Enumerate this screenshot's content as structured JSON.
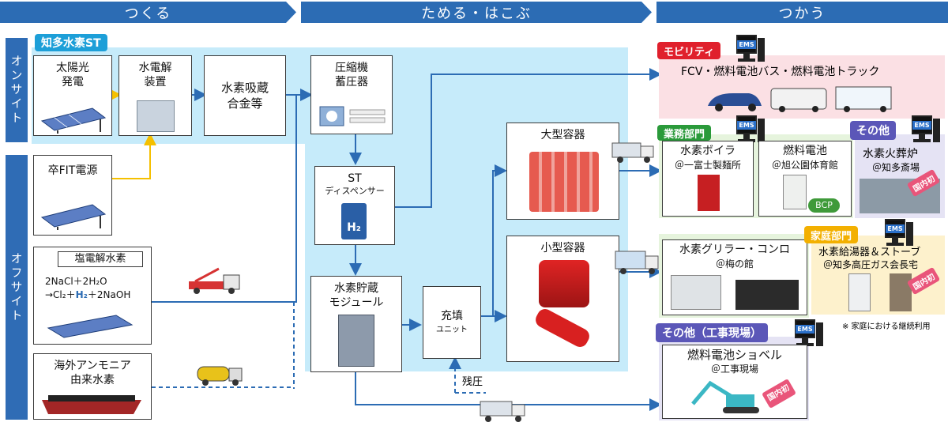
{
  "phases": [
    "つくる",
    "ためる・はこぶ",
    "つかう"
  ],
  "side_tabs": {
    "onsite": "オンサイト",
    "offsite": "オフサイト"
  },
  "st_label": "知多水素ST",
  "produce": {
    "solar": "太陽光\n発電",
    "electrolysis": "水電解\n装置",
    "alloy": "水素吸蔵\n合金等",
    "fit": "卒FIT電源",
    "chlor": "塩電解水素",
    "chlor_eq1": "2NaCl＋2H₂O",
    "chlor_eq2_pre": "→Cl₂＋",
    "chlor_eq2_h2": "H₂",
    "chlor_eq2_post": "＋2NaOH",
    "ammonia": "海外アンモニア\n由来水素"
  },
  "store": {
    "compressor": "圧縮機\n蓄圧器",
    "st": "ST",
    "dispenser": "ディスペンサー",
    "h2": "H₂",
    "module": "水素貯蔵\nモジュール",
    "fill": "充填",
    "fill_sub": "ユニット",
    "large": "大型容器",
    "small": "小型容器",
    "residual": "残圧"
  },
  "use": {
    "mobility_tag": "モビリティ",
    "mobility_text": "FCV・燃料電池バス・燃料電池トラック",
    "business_tag": "業務部門",
    "boiler": "水素ボイラ",
    "boiler_at": "＠一富士製麺所",
    "fuelcell": "燃料電池",
    "fuelcell_at": "＠旭公園体育館",
    "bcp": "BCP",
    "other_tag": "その他",
    "crematory": "水素火葬炉",
    "crematory_at": "＠知多斎場",
    "home_tag": "家庭部門",
    "grill": "水素グリラー・コンロ",
    "grill_at": "＠梅の館",
    "heater": "水素給湯器＆ストーブ",
    "heater_at": "＠知多高圧ガス会長宅",
    "home_note": "※ 家庭における継続利用",
    "site_tag": "その他（工事現場）",
    "shovel": "燃料電池ショベル",
    "shovel_at": "＠工事現場",
    "first": "国内初",
    "ems": "EMS"
  },
  "colors": {
    "phase_blue": "#2c6cb4",
    "arrow_blue": "#2c6cb4",
    "arrow_yellow": "#f5c000",
    "region": "#c6ebfa"
  }
}
